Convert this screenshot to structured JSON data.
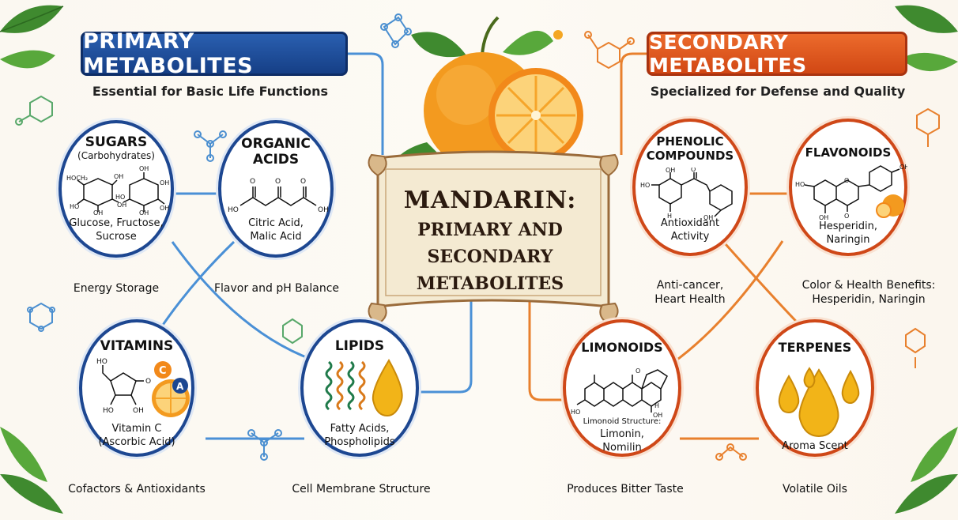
{
  "title": {
    "line1": "MANDARIN:",
    "line2": "PRIMARY AND",
    "line3": "SECONDARY",
    "line4": "METABOLITES"
  },
  "primary": {
    "heading": "PRIMARY METABOLITES",
    "subtitle": "Essential for Basic Life Functions",
    "nodes": {
      "sugars": {
        "title": "SUGARS",
        "sub": "(Carbohydrates)",
        "body1": "Glucose, Fructose,",
        "body2": "Sucrose",
        "caption": "Energy Storage",
        "labels": {
          "hoch2": "HOCH₂",
          "oh1": "OH",
          "oh2": "OH",
          "ho1": "HO",
          "oh3": "OH",
          "oh4": "OH",
          "ho2": "HO",
          "oh5": "OH",
          "oh6": "OH",
          "oh7": "OH"
        }
      },
      "organic_acids": {
        "title1": "ORGANIC",
        "title2": "ACIDS",
        "body1": "Citric Acid,",
        "body2": "Malic Acid",
        "caption": "Flavor and pH Balance",
        "labels": {
          "o1": "O",
          "o2": "O",
          "o3": "O",
          "ho": "HO",
          "oh": "OH"
        }
      },
      "vitamins": {
        "title": "VITAMINS",
        "body1": "Vitamin C",
        "body2": "(Ascorbic Acid)",
        "caption": "Cofactors & Antioxidants",
        "labels": {
          "ho1": "HO",
          "o": "O",
          "ho2": "HO",
          "oh": "OH",
          "badge_c": "C",
          "badge_a": "A"
        }
      },
      "lipids": {
        "title": "LIPIDS",
        "body1": "Fatty Acids,",
        "body2": "Phospholipids",
        "caption": "Cell Membrane Structure"
      }
    }
  },
  "secondary": {
    "heading": "SECONDARY METABOLITES",
    "subtitle": "Specialized for Defense and Quality",
    "nodes": {
      "phenolic": {
        "title1": "PHENOLIC",
        "title2": "COMPOUNDS",
        "body1": "Antioxidant",
        "body2": "Activity",
        "caption1": "Anti-cancer,",
        "caption2": "Heart Health",
        "labels": {
          "oh1": "OH",
          "ho": "HO",
          "o": "O",
          "h": "H",
          "oh2": "OH"
        }
      },
      "flavonoids": {
        "title": "FLAVONOIDS",
        "body1": "Hesperidin,",
        "body2": "Naringin",
        "caption1": "Color & Health Benefits:",
        "caption2": "Hesperidin, Naringin",
        "labels": {
          "oh1": "OH",
          "ho": "HO",
          "oh2": "OH",
          "o1": "O",
          "o2": "O"
        }
      },
      "limonoids": {
        "title": "LIMONOIDS",
        "note": "Limonoid Structure:",
        "body1": "Limonin,",
        "body2": "Nomilin",
        "caption": "Produces Bitter Taste",
        "labels": {
          "o": "O",
          "h": "H",
          "oh": "OH",
          "ho": "HO"
        }
      },
      "terpenes": {
        "title": "TERPENES",
        "body": "Aroma Scent",
        "caption": "Volatile Oils"
      }
    }
  },
  "colors": {
    "primary": "#1d4791",
    "secondary": "#cf4818",
    "link_blue": "#4a90d6",
    "link_orange": "#e8802d",
    "orange_fruit": "#f39a1f"
  }
}
